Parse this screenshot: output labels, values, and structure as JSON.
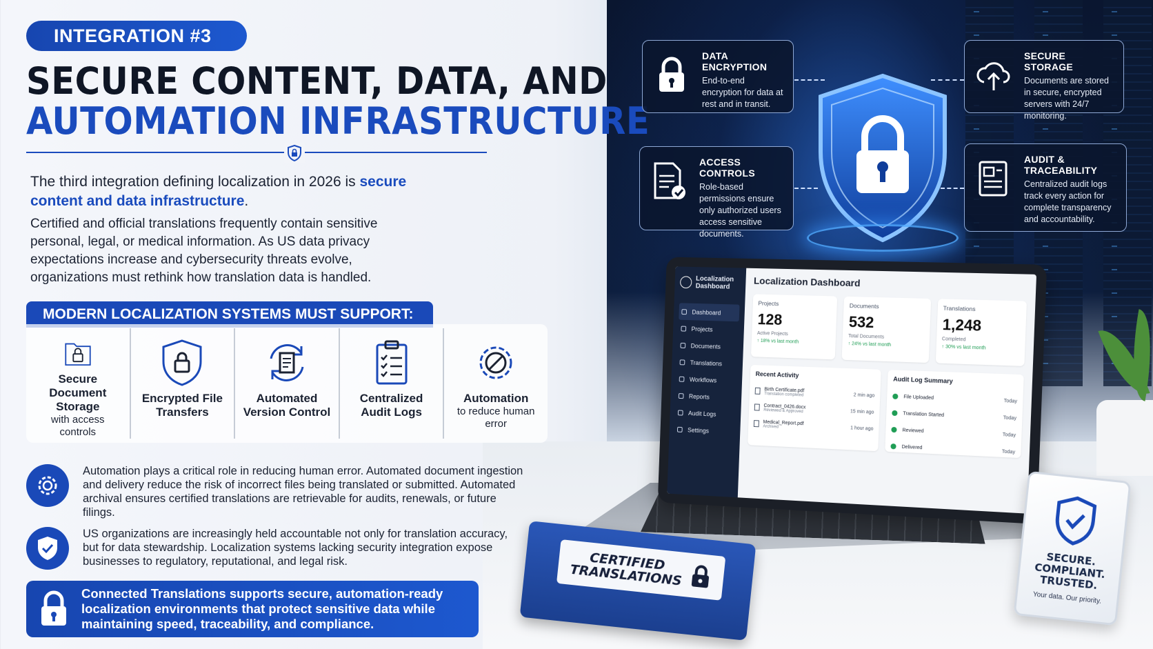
{
  "header": {
    "badge": "INTEGRATION #3",
    "title_line1": "SECURE CONTENT, DATA, AND",
    "title_line2": "AUTOMATION INFRASTRUCTURE"
  },
  "intro": {
    "lead": "The third integration defining localization in 2026 is",
    "highlight": "secure content and data infrastructure",
    "period": ".",
    "paragraph": "Certified and official translations frequently contain sensitive personal, legal, or medical information. As US data privacy expectations increase and cybersecurity threats evolve, organizations must rethink how translation data is handled."
  },
  "support": {
    "heading": "MODERN LOCALIZATION SYSTEMS MUST SUPPORT:",
    "features": [
      {
        "label": "Secure Document Storage",
        "sub": "with access controls",
        "icon": "folder-lock-icon"
      },
      {
        "label": "Encrypted File Transfers",
        "sub": "",
        "icon": "shield-lock-icon"
      },
      {
        "label": "Automated Version Control",
        "sub": "",
        "icon": "document-cycle-icon"
      },
      {
        "label": "Centralized Audit Logs",
        "sub": "",
        "icon": "clipboard-checklist-icon"
      },
      {
        "label": "Automation",
        "sub": "to reduce human error",
        "icon": "gear-icon"
      }
    ]
  },
  "notes": [
    {
      "icon": "gear-icon",
      "text": "Automation plays a critical role in reducing human error. Automated document ingestion and delivery reduce the risk of incorrect files being translated or submitted. Automated archival ensures certified translations are retrievable for audits, renewals, or future filings."
    },
    {
      "icon": "shield-check-icon",
      "text": "US organizations are increasingly held accountable not only for translation accuracy, but for data stewardship. Localization systems lacking security integration expose businesses to regulatory, reputational, and legal risk."
    }
  ],
  "cta": {
    "icon": "lock-icon",
    "text": "Connected Translations supports secure, automation-ready localization environments that protect sensitive data while maintaining speed, traceability, and compliance."
  },
  "cards": {
    "encryption": {
      "title": "DATA ENCRYPTION",
      "desc": "End-to-end encryption for data at rest and in transit."
    },
    "storage": {
      "title": "SECURE STORAGE",
      "desc": "Documents are stored in secure, encrypted servers with 24/7 monitoring."
    },
    "access": {
      "title": "ACCESS CONTROLS",
      "desc": "Role-based permissions ensure only authorized users access sensitive documents."
    },
    "audit": {
      "title": "AUDIT & TRACEABILITY",
      "desc": "Centralized audit logs track every action for complete transparency and accountability."
    }
  },
  "dashboard": {
    "brand": "Localization Dashboard",
    "title": "Localization Dashboard",
    "nav": [
      "Dashboard",
      "Projects",
      "Documents",
      "Translations",
      "Workflows",
      "Reports",
      "Audit Logs",
      "Settings"
    ],
    "stats": [
      {
        "label": "Projects",
        "value": "128",
        "sub": "Active Projects",
        "growth": "↑ 18% vs last month"
      },
      {
        "label": "Documents",
        "value": "532",
        "sub": "Total Documents",
        "growth": "↑ 24% vs last month"
      },
      {
        "label": "Translations",
        "value": "1,248",
        "sub": "Completed",
        "growth": "↑ 30% vs last month"
      }
    ],
    "recent": {
      "title": "Recent Activity",
      "rows": [
        {
          "name": "Birth Certificate.pdf",
          "sub": "Translation completed",
          "time": "2 min ago"
        },
        {
          "name": "Contract_0426.docx",
          "sub": "Reviewed & Approved",
          "time": "15 min ago"
        },
        {
          "name": "Medical_Report.pdf",
          "sub": "Archived",
          "time": "1 hour ago"
        }
      ]
    },
    "audit": {
      "title": "Audit Log Summary",
      "rows": [
        {
          "name": "File Uploaded",
          "time": "Today"
        },
        {
          "name": "Translation Started",
          "time": "Today"
        },
        {
          "name": "Reviewed",
          "time": "Today"
        },
        {
          "name": "Delivered",
          "time": "Today"
        }
      ]
    }
  },
  "props": {
    "folder_label_line1": "CERTIFIED",
    "folder_label_line2": "TRANSLATIONS",
    "stand_line1": "SECURE.",
    "stand_line2": "COMPLIANT.",
    "stand_line3": "TRUSTED.",
    "stand_sub": "Your data. Our priority."
  },
  "colors": {
    "brand_blue": "#1a49b8",
    "dark_navy": "#0b1628",
    "success_green": "#1f9d55"
  }
}
